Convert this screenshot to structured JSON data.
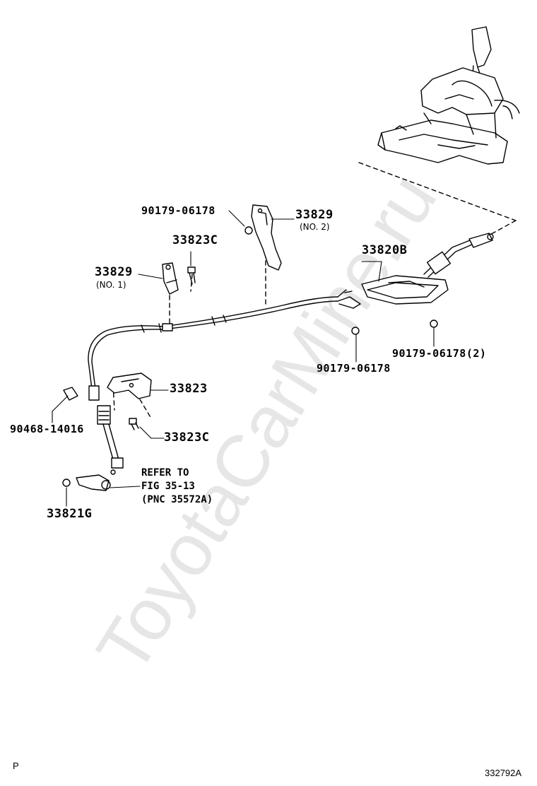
{
  "watermark": "ToyotaCarMine.ru",
  "labels": {
    "p90179_top": "90179-06178",
    "p33829_no2": "33829",
    "p33829_no2_sub": "(NO. 2)",
    "p33823c_top": "33823C",
    "p33829_no1": "33829",
    "p33829_no1_sub": "(NO. 1)",
    "p33820b": "33820B",
    "p90179_mid": "90179-06178",
    "p90179_right": "90179-06178(2)",
    "p33823": "33823",
    "p90468": "90468-14016",
    "p33823c_bottom": "33823C",
    "p33821g": "33821G"
  },
  "refer": {
    "line1": "REFER TO",
    "line2": "FIG 35-13",
    "line3": "(PNC 35572A)"
  },
  "footer": {
    "left": "P",
    "right": "332792A"
  }
}
